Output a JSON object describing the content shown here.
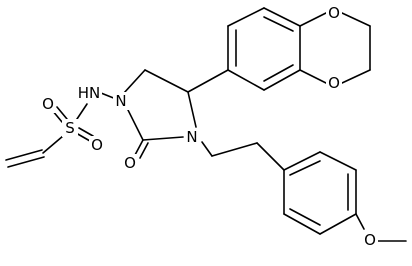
{
  "atoms": {
    "nh": "HN",
    "n1": "N",
    "n3": "N",
    "s": "S",
    "o_s1": "O",
    "o_s2": "O",
    "o_carbonyl": "O",
    "o_dioxin1": "O",
    "o_dioxin2": "O",
    "o_methoxy": "O"
  },
  "colors": {
    "bond": "#000000",
    "label": "#000000",
    "background": "#ffffff"
  }
}
